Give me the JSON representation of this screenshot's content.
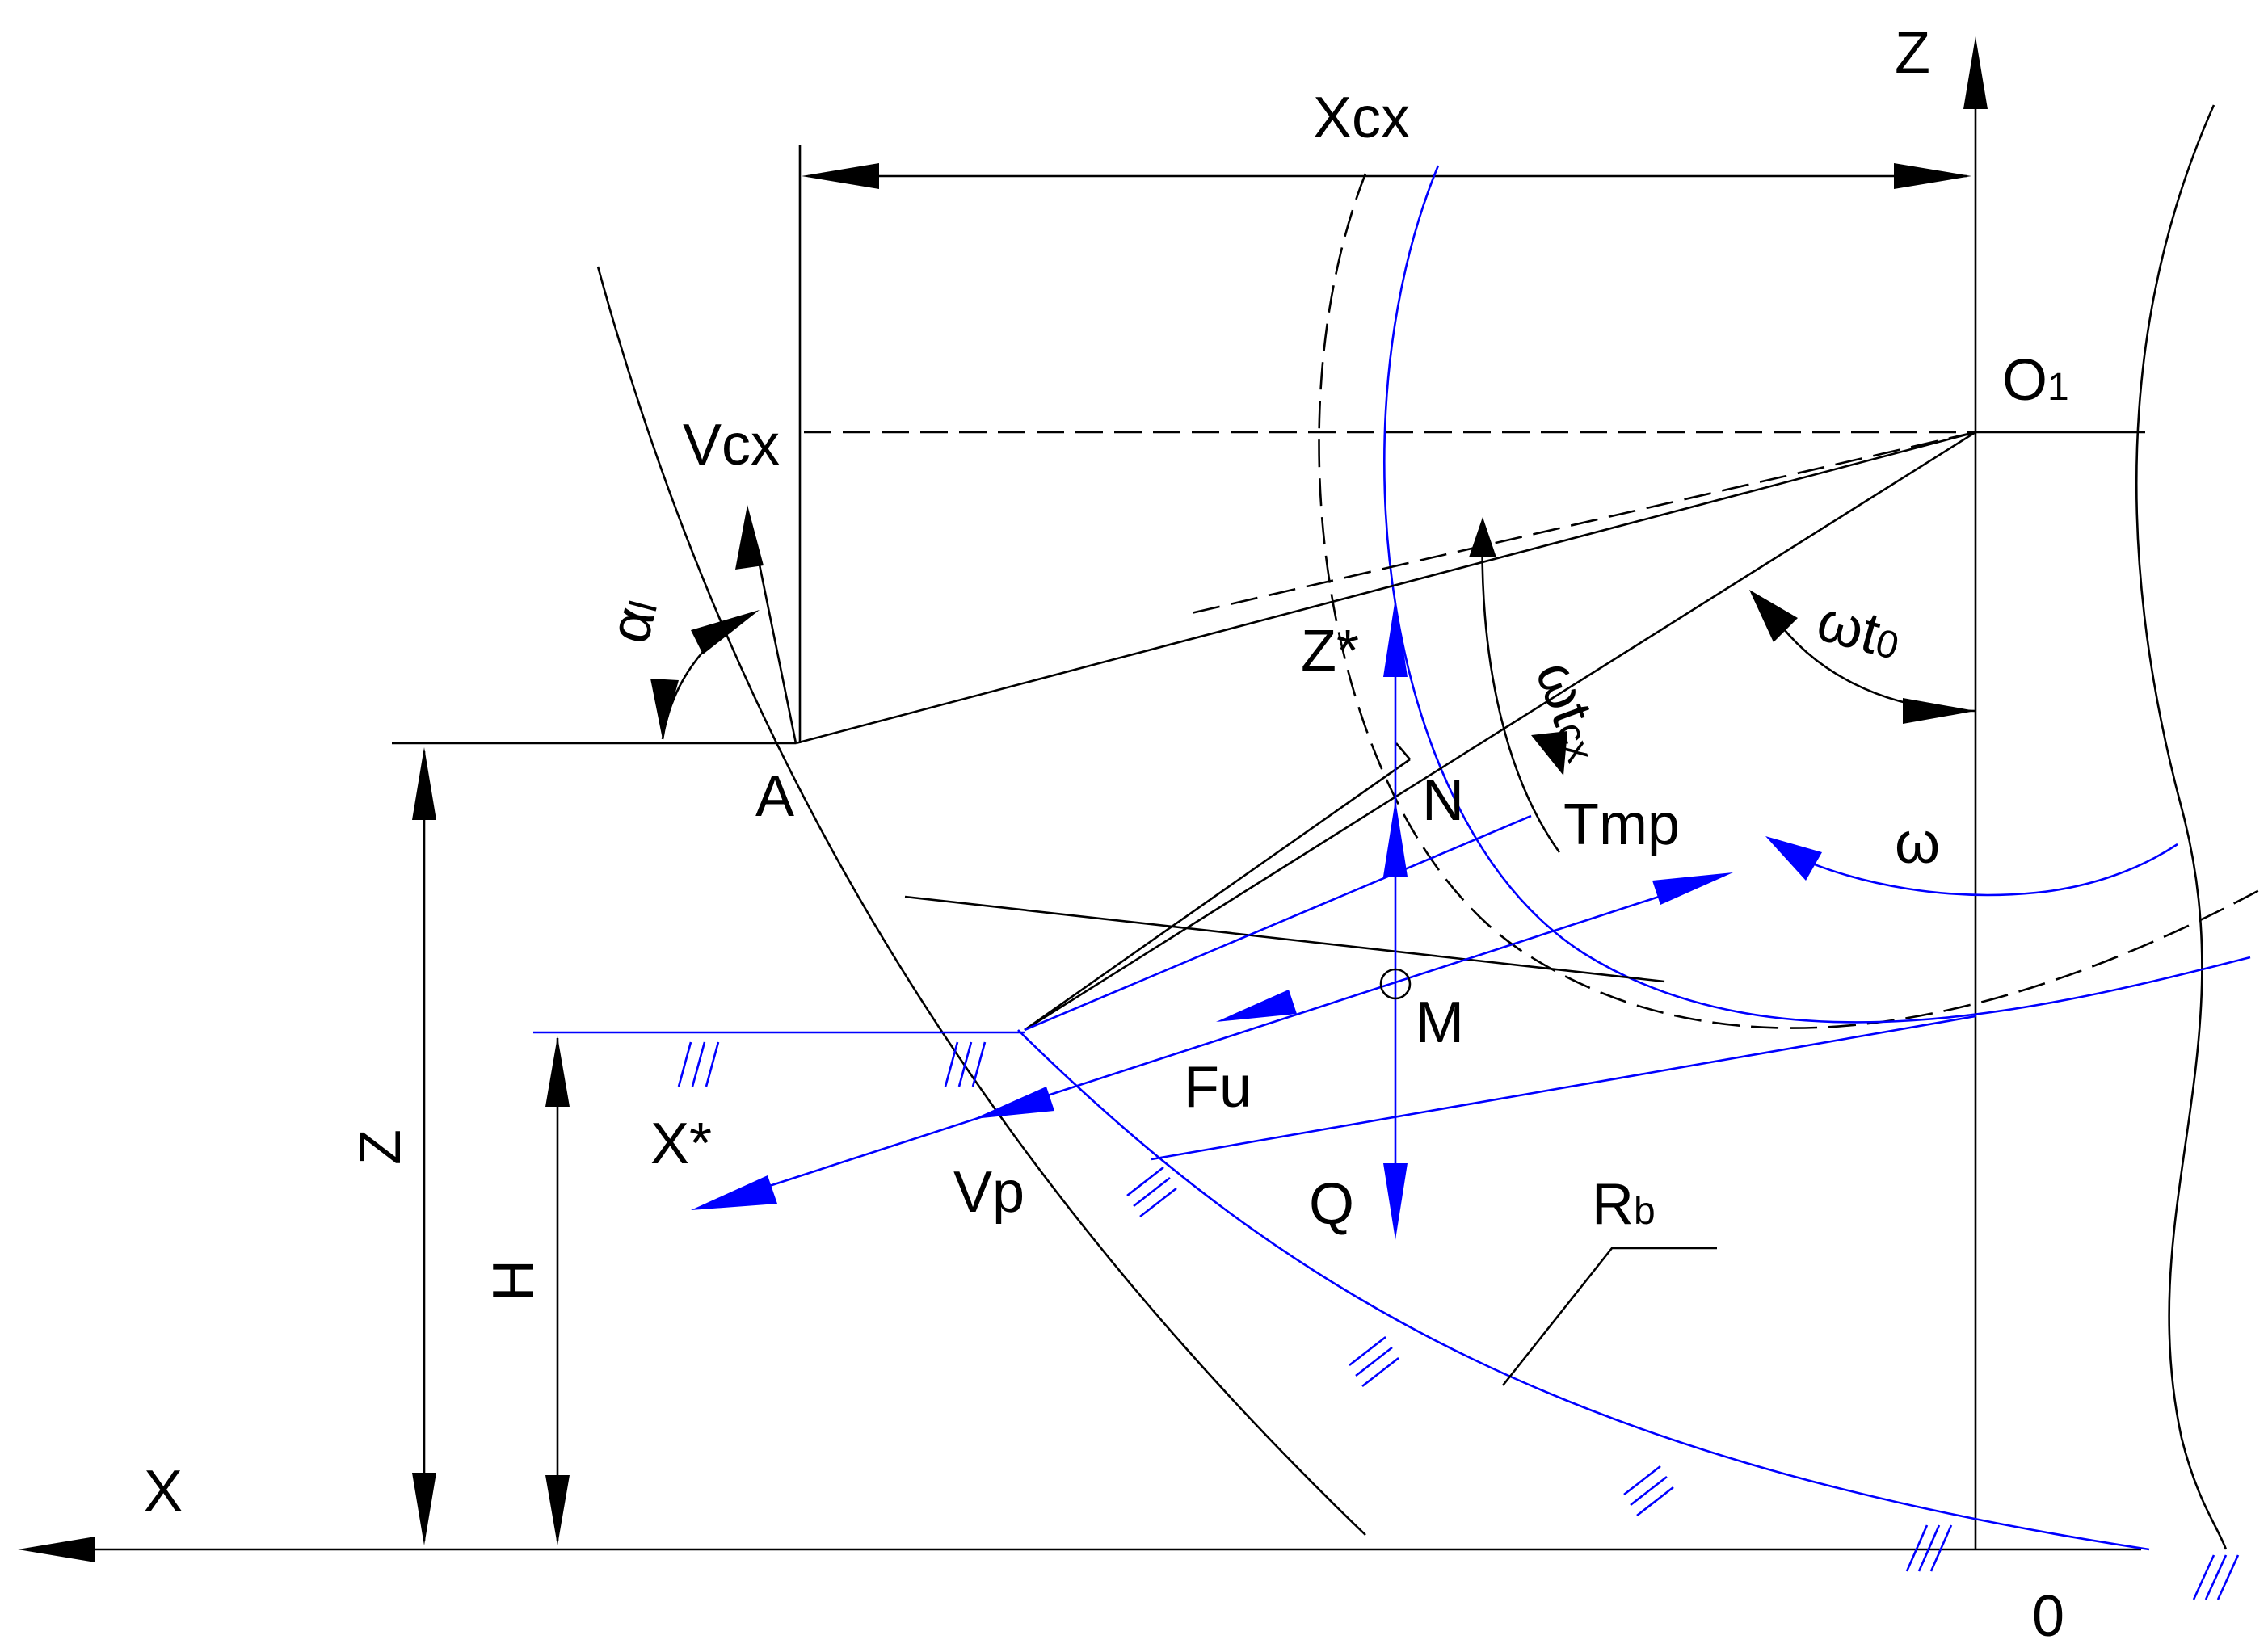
{
  "labels": {
    "z_axis": "Z",
    "x_axis": "X",
    "origin": "0",
    "o1": "O",
    "o1_sub": "1",
    "xcx": "Xcx",
    "vcx": "Vcx",
    "alpha": "α",
    "alpha_sub": "l",
    "a_point": "A",
    "z_star": "Z*",
    "x_star": "X*",
    "n_point": "N",
    "m_point": "M",
    "tmp": "Tmp",
    "omega": "ω",
    "omega_tcx": "ωt",
    "omega_tcx_sub": "cx",
    "omega_t0": "ωt",
    "omega_t0_sub": "0",
    "fu": "Fu",
    "vp": "Vp",
    "q": "Q",
    "rb": "R",
    "rb_sub": "b",
    "z_dim": "Z",
    "h_dim": "H"
  },
  "colors": {
    "line": "#000000",
    "accent": "#0000ff",
    "background": "#ffffff"
  }
}
